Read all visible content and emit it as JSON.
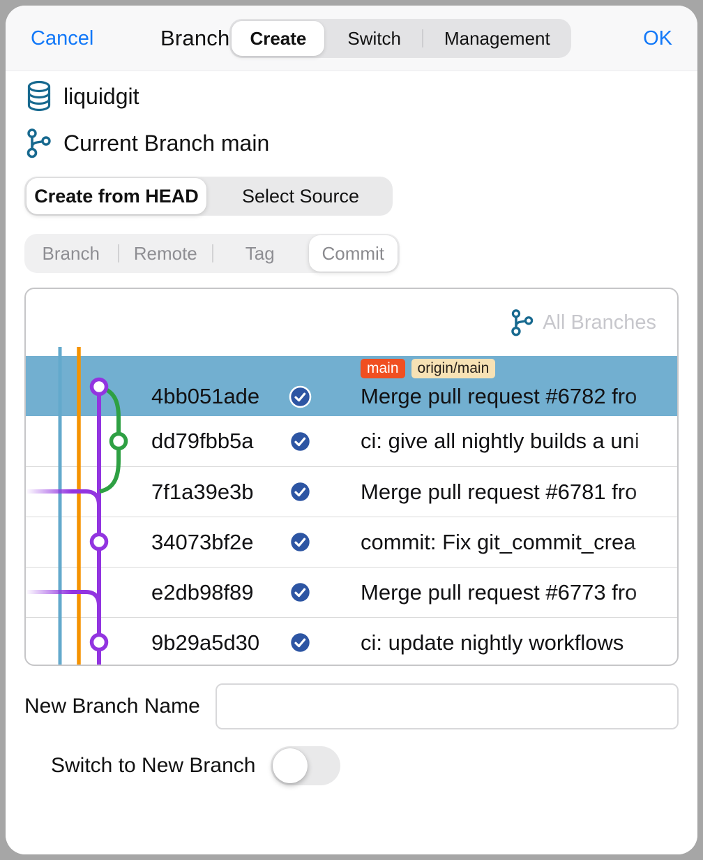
{
  "nav": {
    "cancel_label": "Cancel",
    "title": "Branch",
    "mode_tabs": {
      "options": [
        "Create",
        "Switch",
        "Management"
      ],
      "selected": "Create"
    },
    "ok_label": "OK"
  },
  "repo": {
    "name": "liquidgit",
    "current_branch": "Current Branch main"
  },
  "source_mode": {
    "options": [
      "Create from HEAD",
      "Select Source"
    ],
    "selected": "Create from HEAD"
  },
  "source_type": {
    "options": [
      "Branch",
      "Remote",
      "Tag",
      "Commit"
    ],
    "selected": "Commit"
  },
  "commit_list": {
    "filter_label": "All Branches",
    "commits": [
      {
        "hash": "4bb051ade",
        "message": "Merge pull request #6782 fro",
        "selected": true,
        "badges": [
          {
            "label": "main",
            "type": "local"
          },
          {
            "label": "origin/main",
            "type": "remote"
          }
        ]
      },
      {
        "hash": "dd79fbb5a",
        "message": "ci: give all nightly builds a uni",
        "selected": false
      },
      {
        "hash": "7f1a39e3b",
        "message": "Merge pull request #6781 fro",
        "selected": false
      },
      {
        "hash": "34073bf2e",
        "message": "commit: Fix git_commit_crea",
        "selected": false
      },
      {
        "hash": "e2db98f89",
        "message": "Merge pull request #6773 fro",
        "selected": false
      },
      {
        "hash": "9b29a5d30",
        "message": "ci: update nightly workflows",
        "selected": false
      }
    ]
  },
  "form": {
    "branch_name_label": "New Branch Name",
    "branch_name_value": "",
    "switch_label": "Switch to New Branch",
    "switch_on": false
  },
  "icons": {
    "repo": "database-icon",
    "branch": "git-branch-icon",
    "commit_check": "check-circle-icon"
  },
  "colors": {
    "accent-blue": "#1278f8",
    "selected-row": "#72afd0",
    "badge-local-bg": "#f04f21",
    "badge-remote-bg": "#f7e2b5",
    "check-blue": "#2d55a3",
    "icon-teal": "#17698f",
    "graph-blue": "#63a9cc",
    "graph-orange": "#f59300",
    "graph-purple": "#9234e0",
    "graph-green": "#2ea043"
  }
}
